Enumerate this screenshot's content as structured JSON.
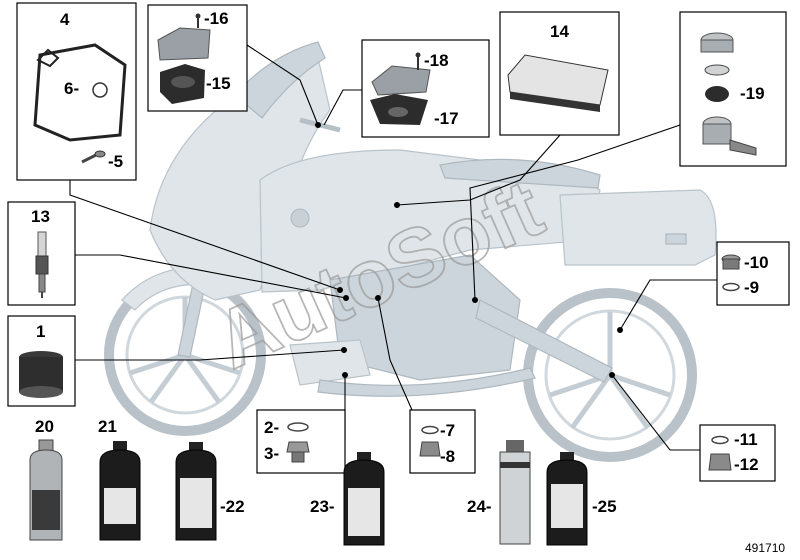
{
  "watermark": "AutoSoft",
  "diagram_number": "491710",
  "callouts": {
    "c1": "1",
    "c2": "2-",
    "c3": "3-",
    "c4": "4",
    "c5": "-5",
    "c6": "6-",
    "c7": "-7",
    "c8": "-8",
    "c9": "-9",
    "c10": "-10",
    "c11": "-11",
    "c12": "-12",
    "c13": "13",
    "c14": "14",
    "c15": "-15",
    "c16": "-16",
    "c17": "-17",
    "c18": "-18",
    "c19": "-19",
    "c20": "20",
    "c21": "21",
    "c22": "-22",
    "c23": "23-",
    "c24": "24-",
    "c25": "-25"
  },
  "colors": {
    "motorcycle": "#dfe5e9",
    "frames": "#000000",
    "background": "#ffffff"
  }
}
